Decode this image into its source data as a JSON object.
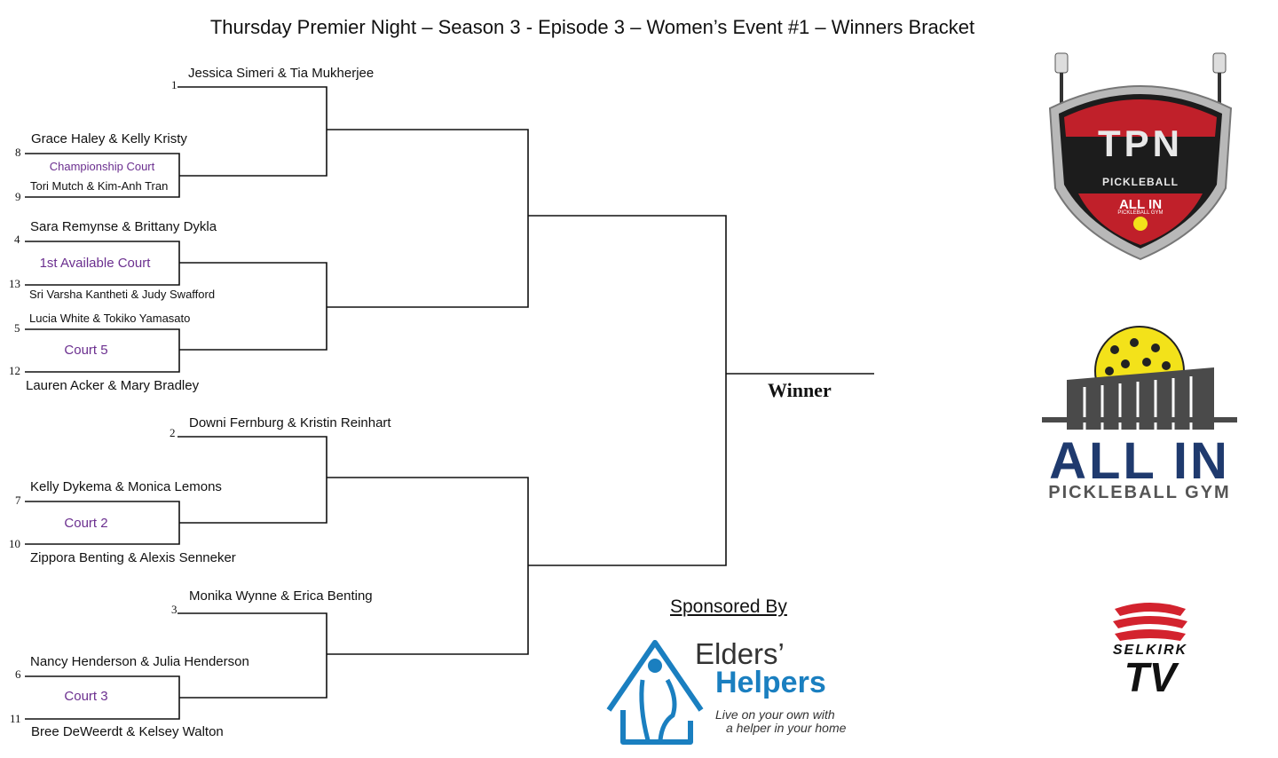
{
  "title": "Thursday Premier Night – Season 3 -  Episode 3 – Women’s  Event #1 – Winners Bracket",
  "teams": {
    "t1": "Jessica Simeri & Tia Mukherjee",
    "t8": "Grace Haley & Kelly Kristy",
    "t9": "Tori Mutch & Kim-Anh Tran",
    "t4": "Sara Remynse & Brittany Dykla",
    "t13": "Sri Varsha Kantheti & Judy Swafford",
    "t5": "Lucia White & Tokiko Yamasato",
    "t12": "Lauren Acker & Mary Bradley",
    "t2": "Downi Fernburg & Kristin Reinhart",
    "t7": "Kelly Dykema & Monica Lemons",
    "t10": "Zippora Benting & Alexis Senneker",
    "t3": "Monika Wynne & Erica Benting",
    "t6": "Nancy Henderson & Julia Henderson",
    "t11": "Bree DeWeerdt & Kelsey Walton"
  },
  "seeds": {
    "s1": "1",
    "s8": "8",
    "s9": "9",
    "s4": "4",
    "s13": "13",
    "s5": "5",
    "s12": "12",
    "s2": "2",
    "s7": "7",
    "s10": "10",
    "s3": "3",
    "s6": "6",
    "s11": "11"
  },
  "courts": {
    "c1": "Championship Court",
    "c2": "1st Available Court",
    "c3": "Court 5",
    "c4": "Court 2",
    "c5": "Court 3"
  },
  "winner_label": "Winner",
  "sponsor": {
    "heading": "Sponsored By",
    "name_line1": "Elders’",
    "name_line2": "Helpers",
    "tagline_line1": "Live on your own with",
    "tagline_line2": "a helper in your home"
  },
  "logos": {
    "tpn": {
      "text": "TPN",
      "sub": "PICKLEBALL",
      "badge": "ALL IN",
      "badge_sub": "PICKLEBALL GYM",
      "colors": {
        "red": "#c0202a",
        "silver": "#b8b8b8",
        "dark": "#1c1c1c"
      }
    },
    "allin": {
      "line1": "ALL IN",
      "line2": "PICKLEBALL GYM",
      "colors": {
        "ball": "#f3e21a",
        "building": "#4a4a4a",
        "text": "#1f3a6e"
      }
    },
    "selkirk": {
      "line1": "SELKIRK",
      "line2": "TV",
      "colors": {
        "red": "#d3232e",
        "dark": "#111111"
      }
    }
  }
}
